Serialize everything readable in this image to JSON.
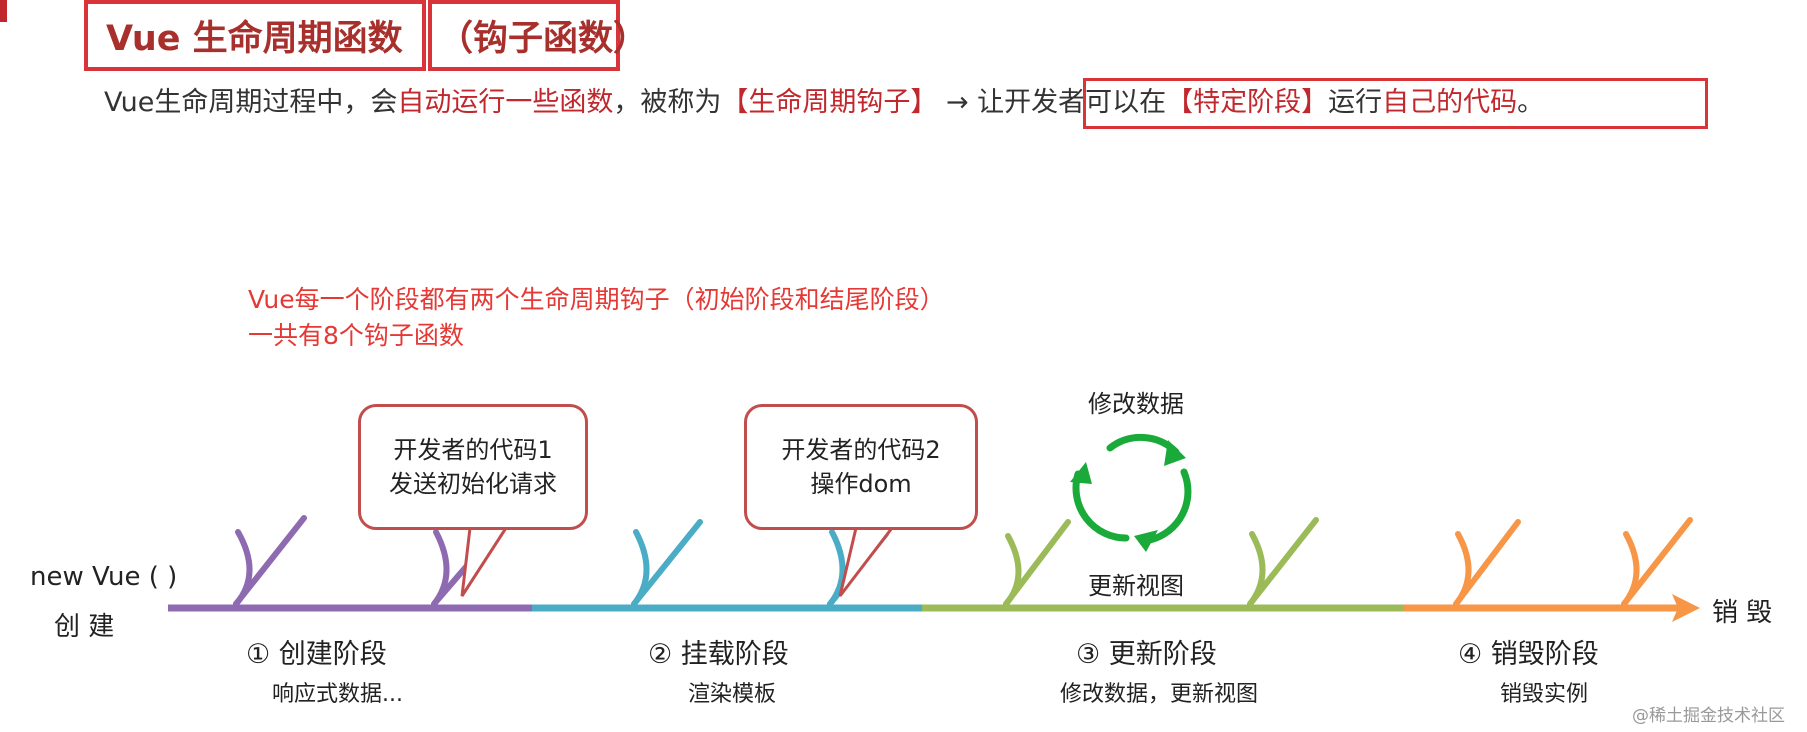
{
  "title": {
    "part1": "Vue 生命周期函数",
    "part2": "（钩子函数）"
  },
  "intro": {
    "seg1": "Vue生命周期过程中，会",
    "seg2": "自动运行一些函数",
    "seg3": "，被称为",
    "seg4": "【生命周期钩子】",
    "seg5": " → ",
    "seg6": "让开发者可以在",
    "seg7": "【特定阶段】",
    "seg8": "运行",
    "seg9": "自己的代码",
    "seg10": "。"
  },
  "note": {
    "line1": "Vue每一个阶段都有两个生命周期钩子（初始阶段和结尾阶段）",
    "line2": "一共有8个钩子函数"
  },
  "bubbles": [
    {
      "line1": "开发者的代码1",
      "line2": "发送初始化请求"
    },
    {
      "line1": "开发者的代码2",
      "line2": "操作dom"
    }
  ],
  "update_cycle": {
    "top": "修改数据",
    "bottom": "更新视图"
  },
  "start": {
    "line1": "new Vue ( )",
    "line2": "创  建"
  },
  "end_label": "销  毁",
  "stages": [
    {
      "title": "① 创建阶段",
      "desc": "响应式数据..."
    },
    {
      "title": "② 挂载阶段",
      "desc": "渲染模板"
    },
    {
      "title": "③ 更新阶段",
      "desc": "修改数据，更新视图"
    },
    {
      "title": "④ 销毁阶段",
      "desc": "销毁实例"
    }
  ],
  "colors": {
    "create": "#8e6bb0",
    "mount": "#4bacc6",
    "update": "#9bbb59",
    "destroy": "#f79646",
    "cycle": "#1aaa3a",
    "accent": "#c0282d"
  },
  "watermark": "@稀土掘金技术社区"
}
